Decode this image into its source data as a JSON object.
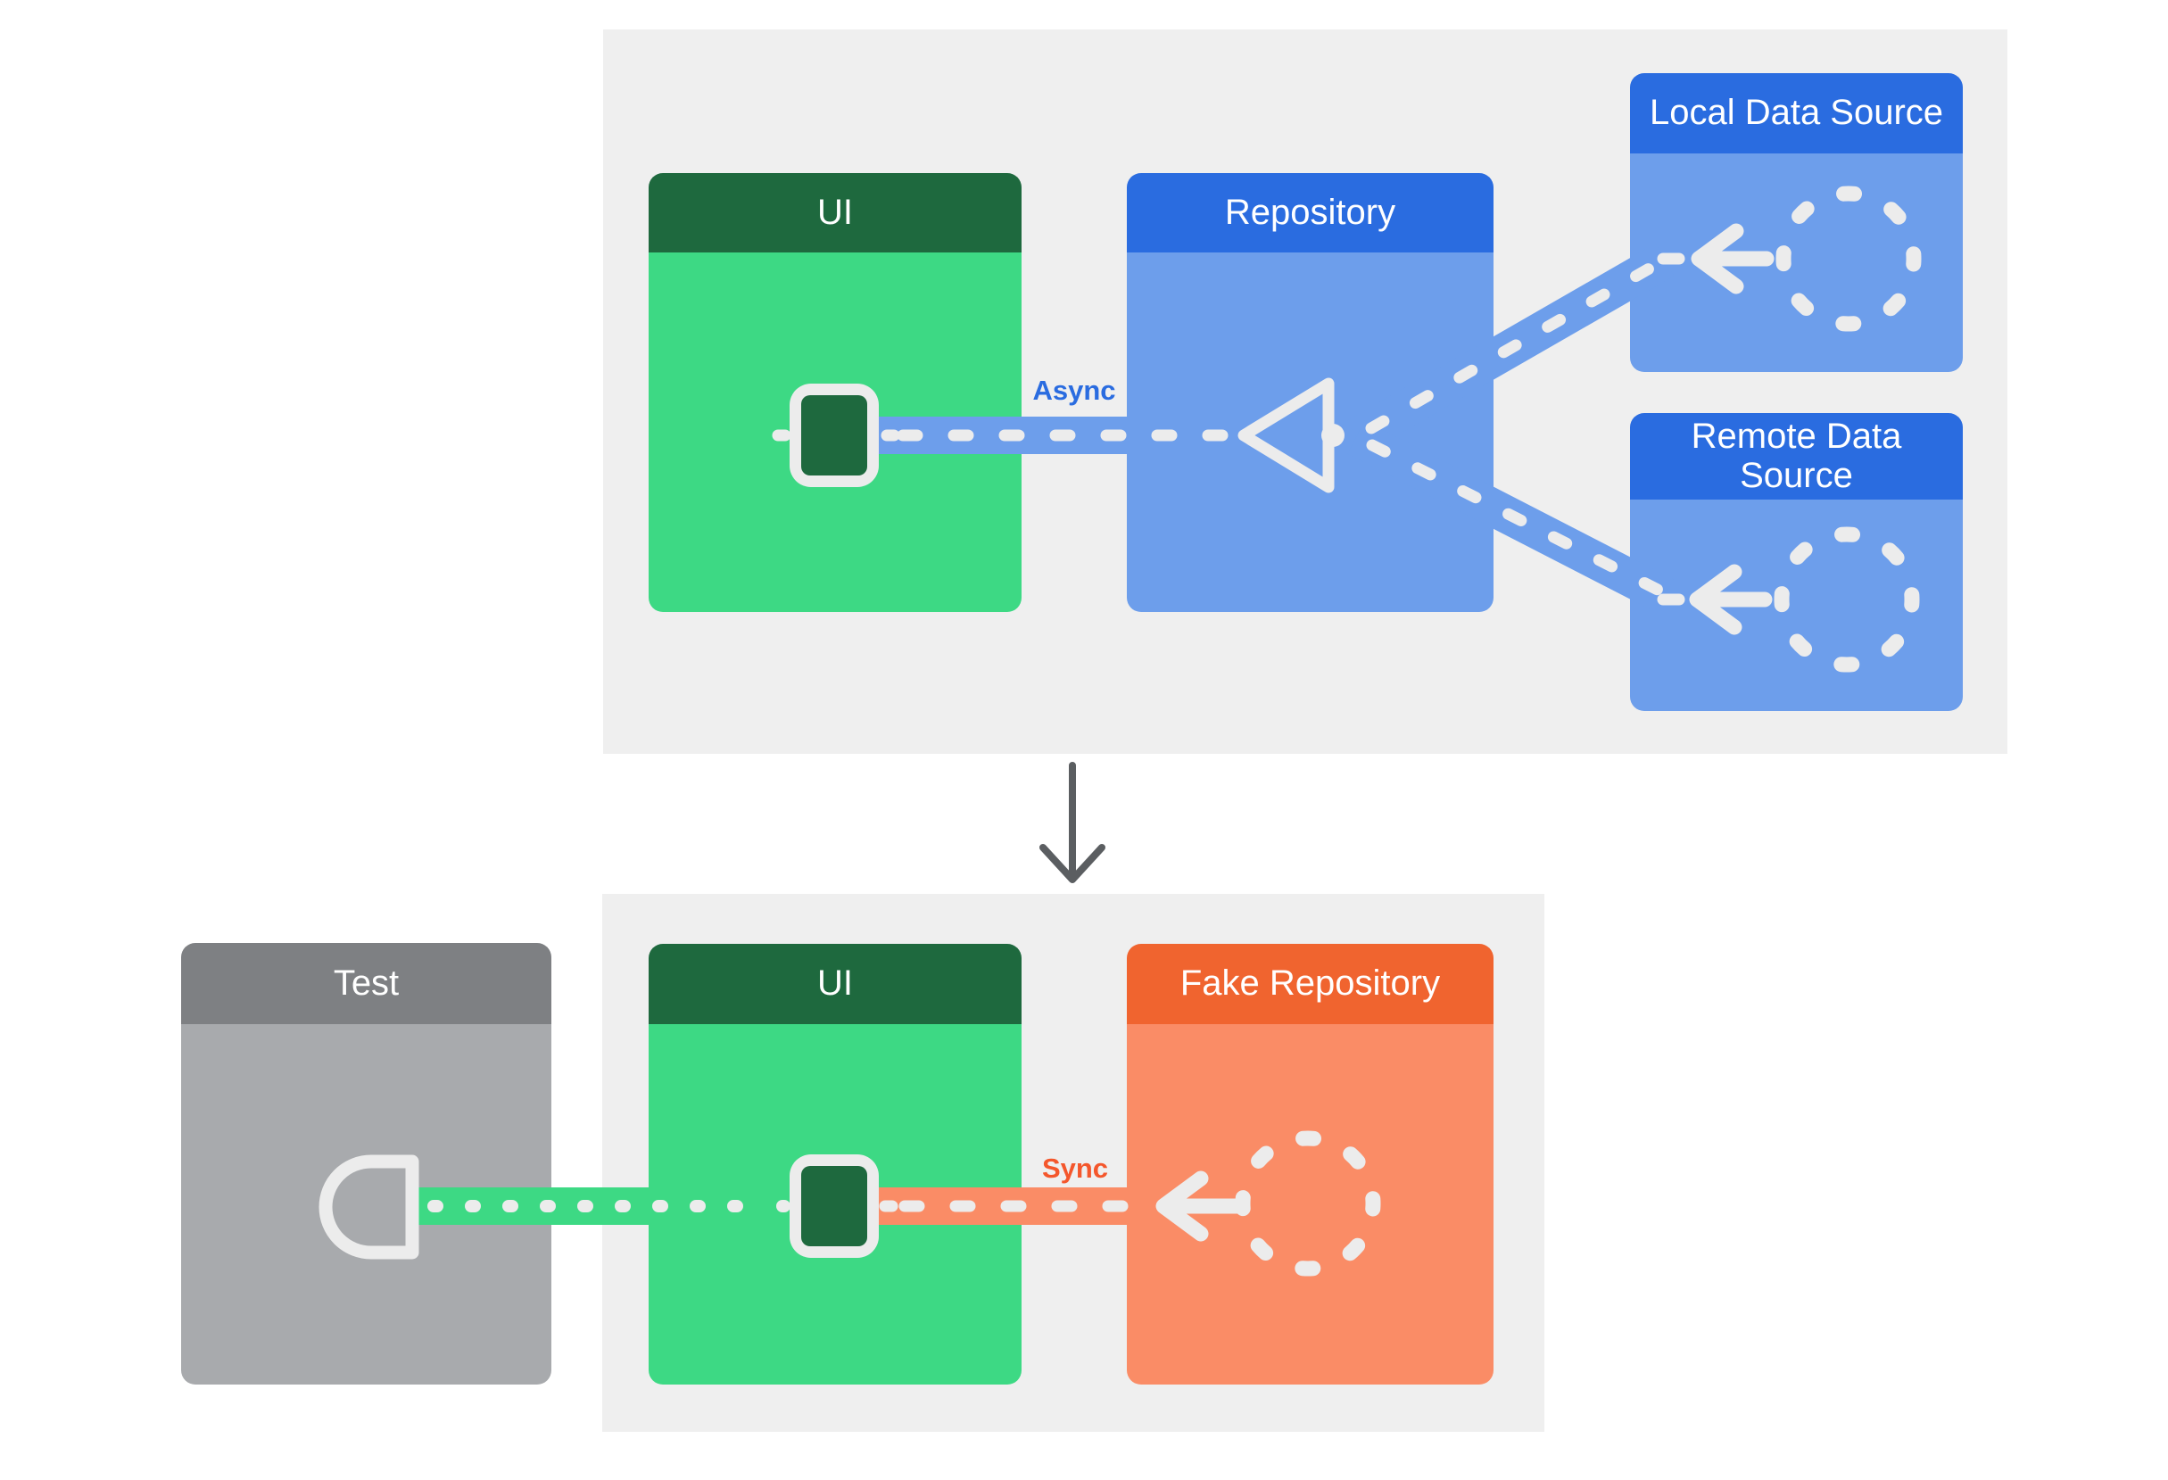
{
  "sections": {
    "production": {
      "cards": {
        "ui": {
          "label": "UI"
        },
        "repository": {
          "label": "Repository"
        },
        "local_data_source": {
          "label": "Local Data Source"
        },
        "remote_data_source": {
          "label": "Remote Data Source"
        }
      },
      "connection_label": "Async"
    },
    "test": {
      "cards": {
        "test": {
          "label": "Test"
        },
        "ui": {
          "label": "UI"
        },
        "fake_repository": {
          "label": "Fake Repository"
        }
      },
      "connection_label": "Sync"
    }
  },
  "icons": {
    "ui_state_square": "rounded dark-green square with white border inside UI",
    "flow_collect_triangle": "white outlined triangle pointing left (flow collector)",
    "data_source_circle": "white dashed circle (data source emitter)",
    "left_arrow": "white arrow pointing left",
    "test_collector_d_shape": "white outlined half-round D collector in Test",
    "down_arrow": "gray arrow pointing down between sections"
  },
  "colors": {
    "green_header": "#1e693e",
    "green_body": "#3dd984",
    "blue_header": "#2a6ce0",
    "blue_body": "#6d9eeb",
    "orange_header": "#f0642f",
    "orange_body": "#fa8c66",
    "gray_header": "#7e8083",
    "gray_body": "#a8aaad",
    "section_bg": "#efefef",
    "stroke_white": "#ececec",
    "async_blue": "#2a6ce0",
    "sync_orange": "#f4572c",
    "down_arrow": "#5b5e61",
    "page_bg": "#ffffff"
  }
}
